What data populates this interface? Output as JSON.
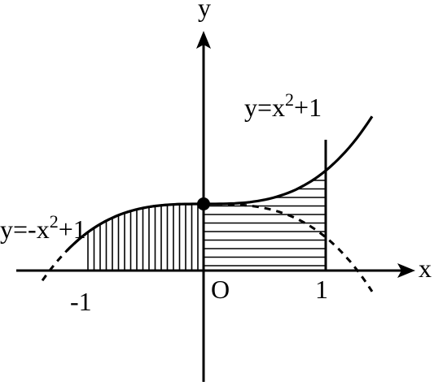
{
  "axes": {
    "x_label": "x",
    "y_label": "y",
    "origin_label": "O",
    "tick_neg_one": "-1",
    "tick_one": "1"
  },
  "curves": {
    "upper": {
      "base": "y=x",
      "exp": "2",
      "tail": "+1"
    },
    "lower": {
      "base": "y=-x",
      "exp": "2",
      "tail": "+1"
    }
  },
  "colors": {
    "ink": "#000000",
    "background": "#ffffff"
  }
}
